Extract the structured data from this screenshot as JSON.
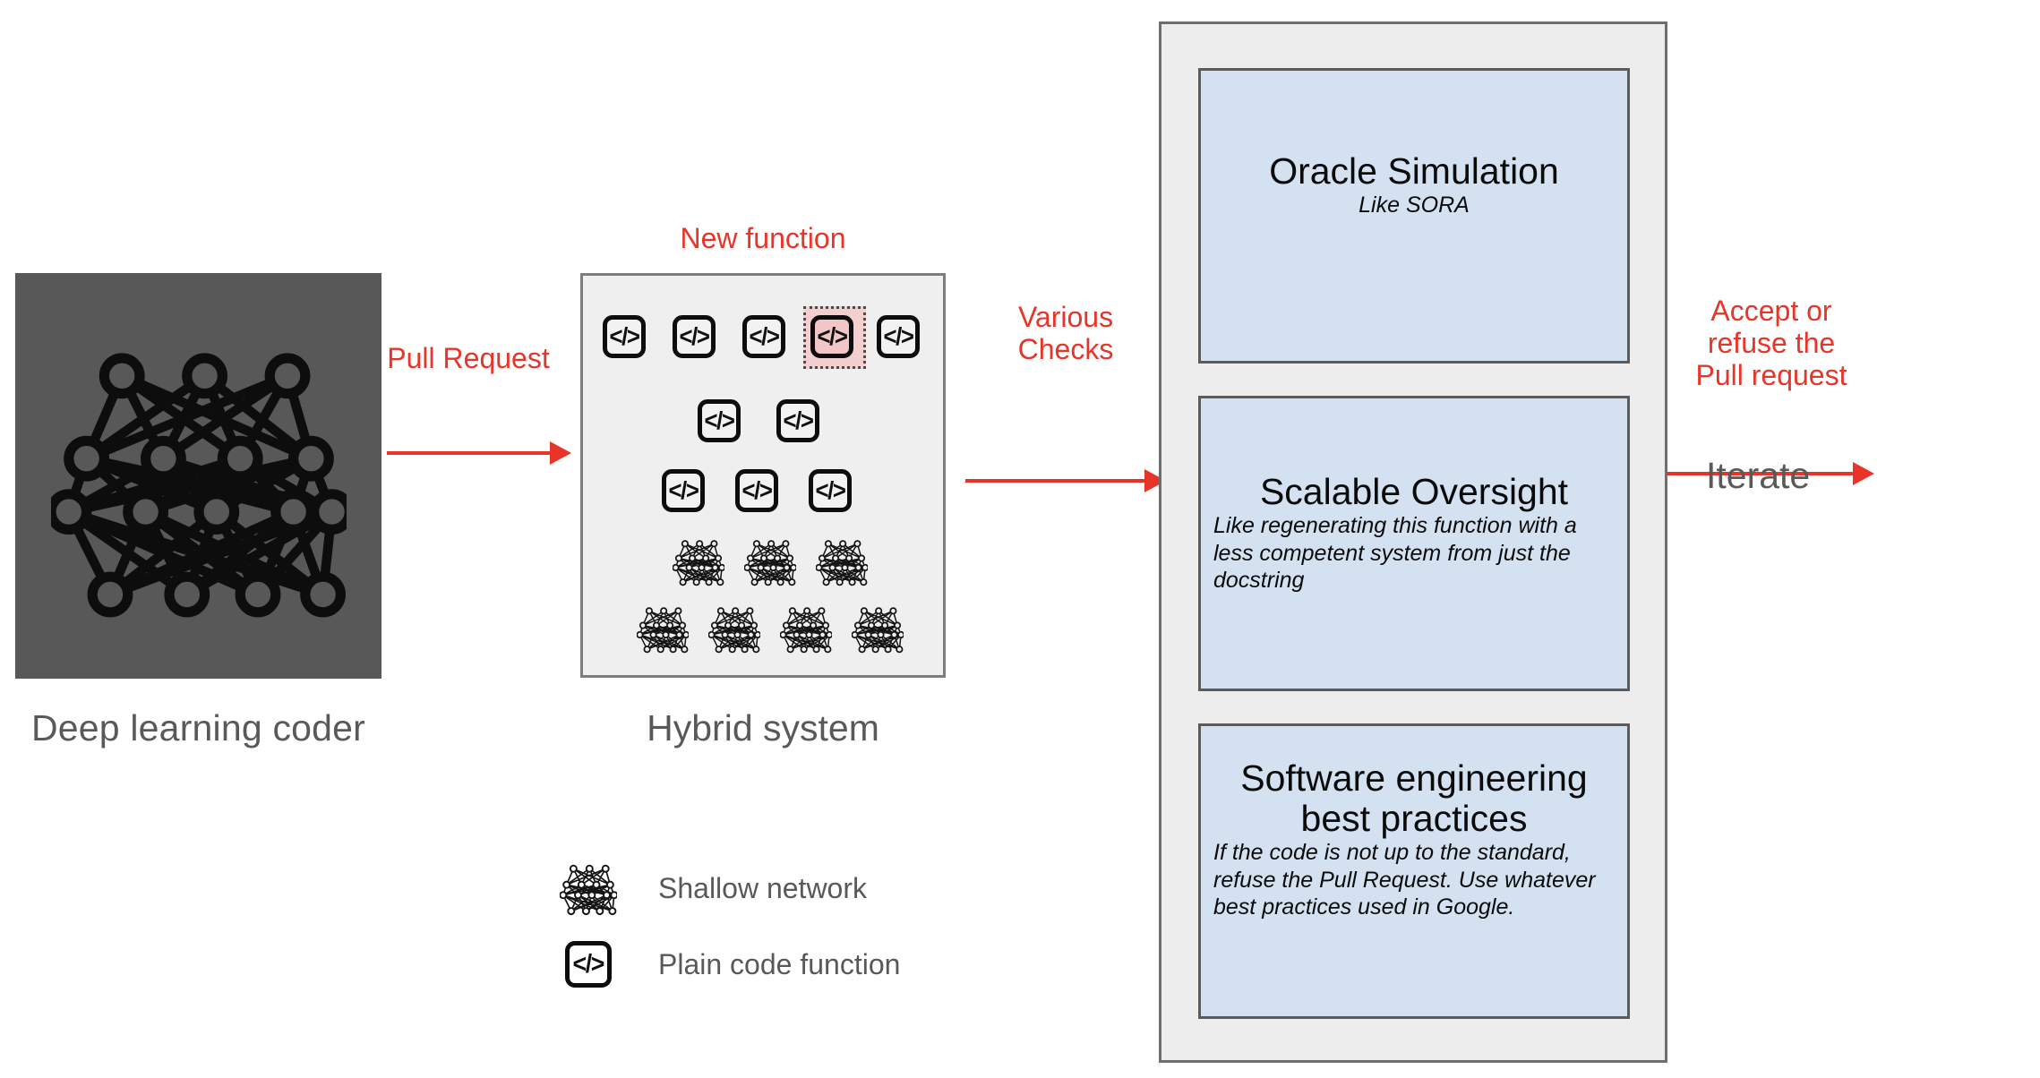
{
  "left_panel": {
    "caption": "Deep learning coder",
    "icon": "deep-neural-network-icon",
    "background_color": "#585858"
  },
  "arrows": {
    "pull_request": {
      "label": "Pull Request",
      "color": "#e8352a"
    },
    "various_checks": {
      "label_line1": "Various",
      "label_line2": "Checks",
      "color": "#e8352a"
    },
    "accept_refuse": {
      "label_line1": "Accept or",
      "label_line2": "refuse the",
      "label_line3": "Pull request",
      "color": "#e8352a"
    }
  },
  "hybrid": {
    "caption": "Hybrid system",
    "new_function_label": "New function",
    "code_glyph": "</>",
    "rows": [
      {
        "count": 5,
        "highlight_index": 3
      },
      {
        "count": 2,
        "highlight_index": -1
      },
      {
        "count": 3,
        "highlight_index": -1
      }
    ],
    "network_rows": [
      {
        "count": 3
      },
      {
        "count": 4
      }
    ],
    "highlight_color": "#f3cfcf",
    "panel_background": "#efefef"
  },
  "checks": {
    "panel_background": "#ededed",
    "card_background": "#d4e1f0",
    "cards": [
      {
        "title": "Oracle Simulation",
        "subtitle": "Like SORA",
        "subtitle_align": "center"
      },
      {
        "title": "Scalable Oversight",
        "subtitle": "Like regenerating this function with a less competent system from just the docstring",
        "subtitle_align": "left"
      },
      {
        "title": "Software engineering best practices",
        "subtitle": "If the code is not up to the standard, refuse the Pull Request. Use whatever best practices used in Google.",
        "subtitle_align": "left"
      }
    ]
  },
  "output": {
    "iterate_label": "Iterate",
    "color": "#595959"
  },
  "legend": {
    "items": [
      {
        "icon": "shallow-network-icon",
        "label": "Shallow network"
      },
      {
        "icon": "code-function-icon",
        "label": "Plain code function"
      }
    ]
  }
}
